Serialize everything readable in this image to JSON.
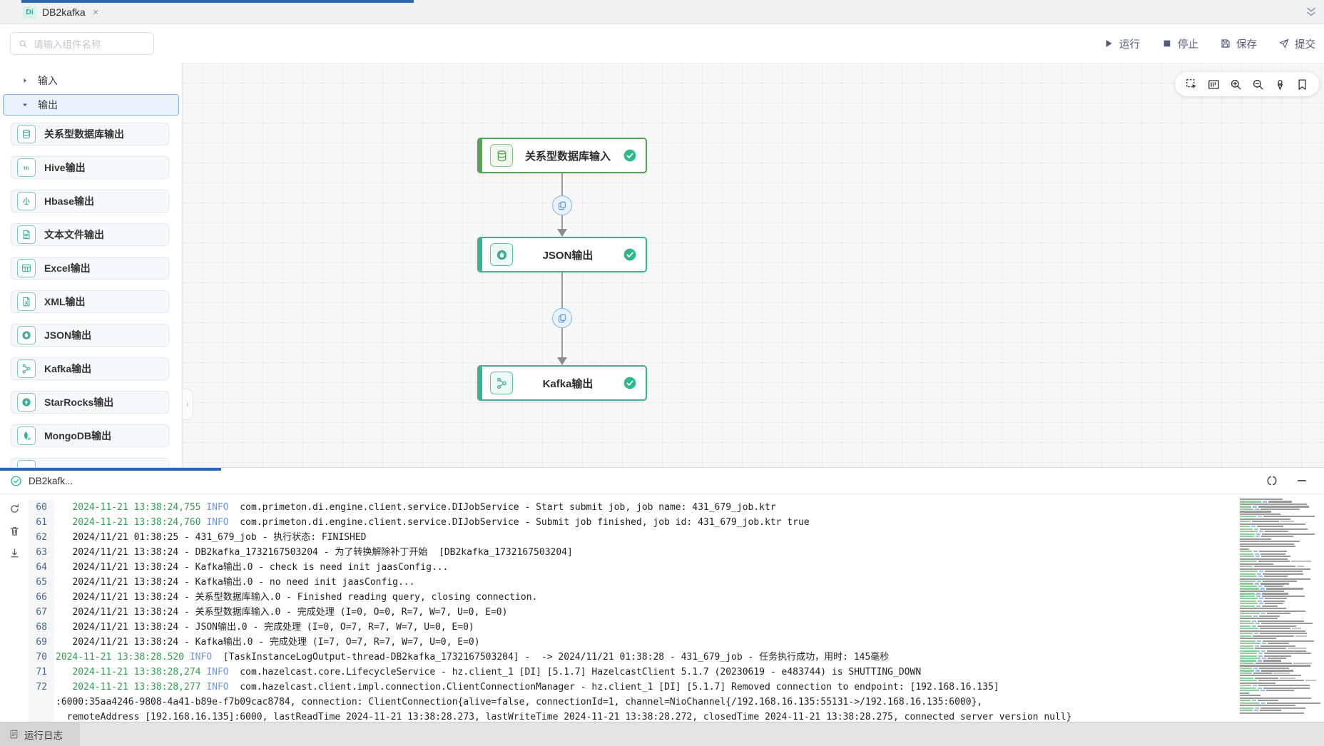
{
  "app": {
    "tab": {
      "badge": "Di",
      "title": "DB2kafka",
      "close": "×"
    },
    "collapse_all_icon": "chevrons-down-icon"
  },
  "toolbar": {
    "search_placeholder": "请输入组件名称",
    "actions": [
      {
        "id": "run",
        "label": "运行",
        "icon": "play-icon"
      },
      {
        "id": "stop",
        "label": "停止",
        "icon": "stop-icon"
      },
      {
        "id": "save",
        "label": "保存",
        "icon": "save-icon"
      },
      {
        "id": "submit",
        "label": "提交",
        "icon": "send-icon"
      }
    ]
  },
  "sidebar": {
    "groups": [
      {
        "label": "输入",
        "expanded": false
      },
      {
        "label": "输出",
        "expanded": true,
        "selected": true
      }
    ],
    "components": [
      {
        "label": "关系型数据库输出",
        "icon": "database"
      },
      {
        "label": "Hive输出",
        "icon": "hive"
      },
      {
        "label": "Hbase输出",
        "icon": "hbase"
      },
      {
        "label": "文本文件输出",
        "icon": "textfile"
      },
      {
        "label": "Excel输出",
        "icon": "excel"
      },
      {
        "label": "XML输出",
        "icon": "xml"
      },
      {
        "label": "JSON输出",
        "icon": "json"
      },
      {
        "label": "Kafka输出",
        "icon": "kafka"
      },
      {
        "label": "StarRocks输出",
        "icon": "starrocks"
      },
      {
        "label": "MongoDB输出",
        "icon": "mongodb"
      }
    ]
  },
  "canvas": {
    "toolbar_icons": [
      "marquee-select",
      "minimap",
      "zoom-in",
      "zoom-out",
      "locate",
      "bookmark"
    ],
    "nodes": [
      {
        "label": "关系型数据库输入",
        "icon": "database",
        "color": "green",
        "status": "success"
      },
      {
        "label": "JSON输出",
        "icon": "json",
        "color": "teal",
        "status": "success"
      },
      {
        "label": "Kafka输出",
        "icon": "kafka",
        "color": "teal",
        "status": "success"
      }
    ],
    "link_icon": "copy-icon"
  },
  "log_panel": {
    "title": "DB2kafk...",
    "header_icons": [
      "sync-icon",
      "collapse-icon"
    ],
    "gutter_icons": [
      "refresh-icon",
      "trash-icon",
      "download-icon"
    ],
    "bottom_tab": "运行日志",
    "minimap": {
      "rows": 87
    },
    "lines": [
      {
        "num": "60",
        "text": "   2024-11-21 13:38:24,755 INFO  com.primeton.di.engine.client.service.DIJobService - Start submit job, job name: 431_679_job.ktr"
      },
      {
        "num": "61",
        "text": "   2024-11-21 13:38:24,760 INFO  com.primeton.di.engine.client.service.DIJobService - Submit job finished, job id: 431_679_job.ktr true"
      },
      {
        "num": "62",
        "text": "   2024/11/21 01:38:25 - 431_679_job - 执行状态: FINISHED"
      },
      {
        "num": "63",
        "text": "   2024/11/21 13:38:24 - DB2kafka_1732167503204 - 为了转换解除补丁开始  [DB2kafka_1732167503204]"
      },
      {
        "num": "64",
        "text": "   2024/11/21 13:38:24 - Kafka输出.0 - check is need init jaasConfig..."
      },
      {
        "num": "65",
        "text": "   2024/11/21 13:38:24 - Kafka输出.0 - no need init jaasConfig..."
      },
      {
        "num": "66",
        "text": "   2024/11/21 13:38:24 - 关系型数据库输入.0 - Finished reading query, closing connection."
      },
      {
        "num": "67",
        "text": "   2024/11/21 13:38:24 - 关系型数据库输入.0 - 完成处理 (I=0, O=0, R=7, W=7, U=0, E=0)"
      },
      {
        "num": "68",
        "text": "   2024/11/21 13:38:24 - JSON输出.0 - 完成处理 (I=0, O=7, R=7, W=7, U=0, E=0)"
      },
      {
        "num": "69",
        "text": "   2024/11/21 13:38:24 - Kafka输出.0 - 完成处理 (I=7, O=7, R=7, W=7, U=0, E=0)"
      },
      {
        "num": "70",
        "text": "2024-11-21 13:38:28.520 INFO  [TaskInstanceLogOutput-thread-DB2kafka_1732167503204] -  -> 2024/11/21 01:38:28 - 431_679_job - 任务执行成功，用时: 145毫秒"
      },
      {
        "num": "71",
        "text": "   2024-11-21 13:38:28,274 INFO  com.hazelcast.core.LifecycleService - hz.client_1 [DI] [5.1.7] HazelcastClient 5.1.7 (20230619 - e483744) is SHUTTING_DOWN"
      },
      {
        "num": "72",
        "text": "   2024-11-21 13:38:28,277 INFO  com.hazelcast.client.impl.connection.ClientConnectionManager - hz.client_1 [DI] [5.1.7] Removed connection to endpoint: [192.168.16.135]"
      },
      {
        "num": "",
        "text": ":6000:35aa4246-9808-4a41-b89e-f7b09cac8784, connection: ClientConnection{alive=false, connectionId=1, channel=NioChannel{/192.168.16.135:55131->/192.168.16.135:6000},"
      },
      {
        "num": "",
        "text": "  remoteAddress [192.168.16.135]:6000, lastReadTime 2024-11-21 13:38:28.273, lastWriteTime 2024-11-21 13:38:28.272, closedTime 2024-11-21 13:38:28.275, connected server version null}"
      }
    ]
  },
  "colors": {
    "teal_accent": "#3bb294",
    "green_node": "#56a556",
    "success_check": "#2ab98a",
    "link_blue": "#4a90e2",
    "progress_blue": "#2e66b8",
    "log_timestamp_green": "#2f9e4f",
    "log_info_blue": "#6b96ef"
  }
}
